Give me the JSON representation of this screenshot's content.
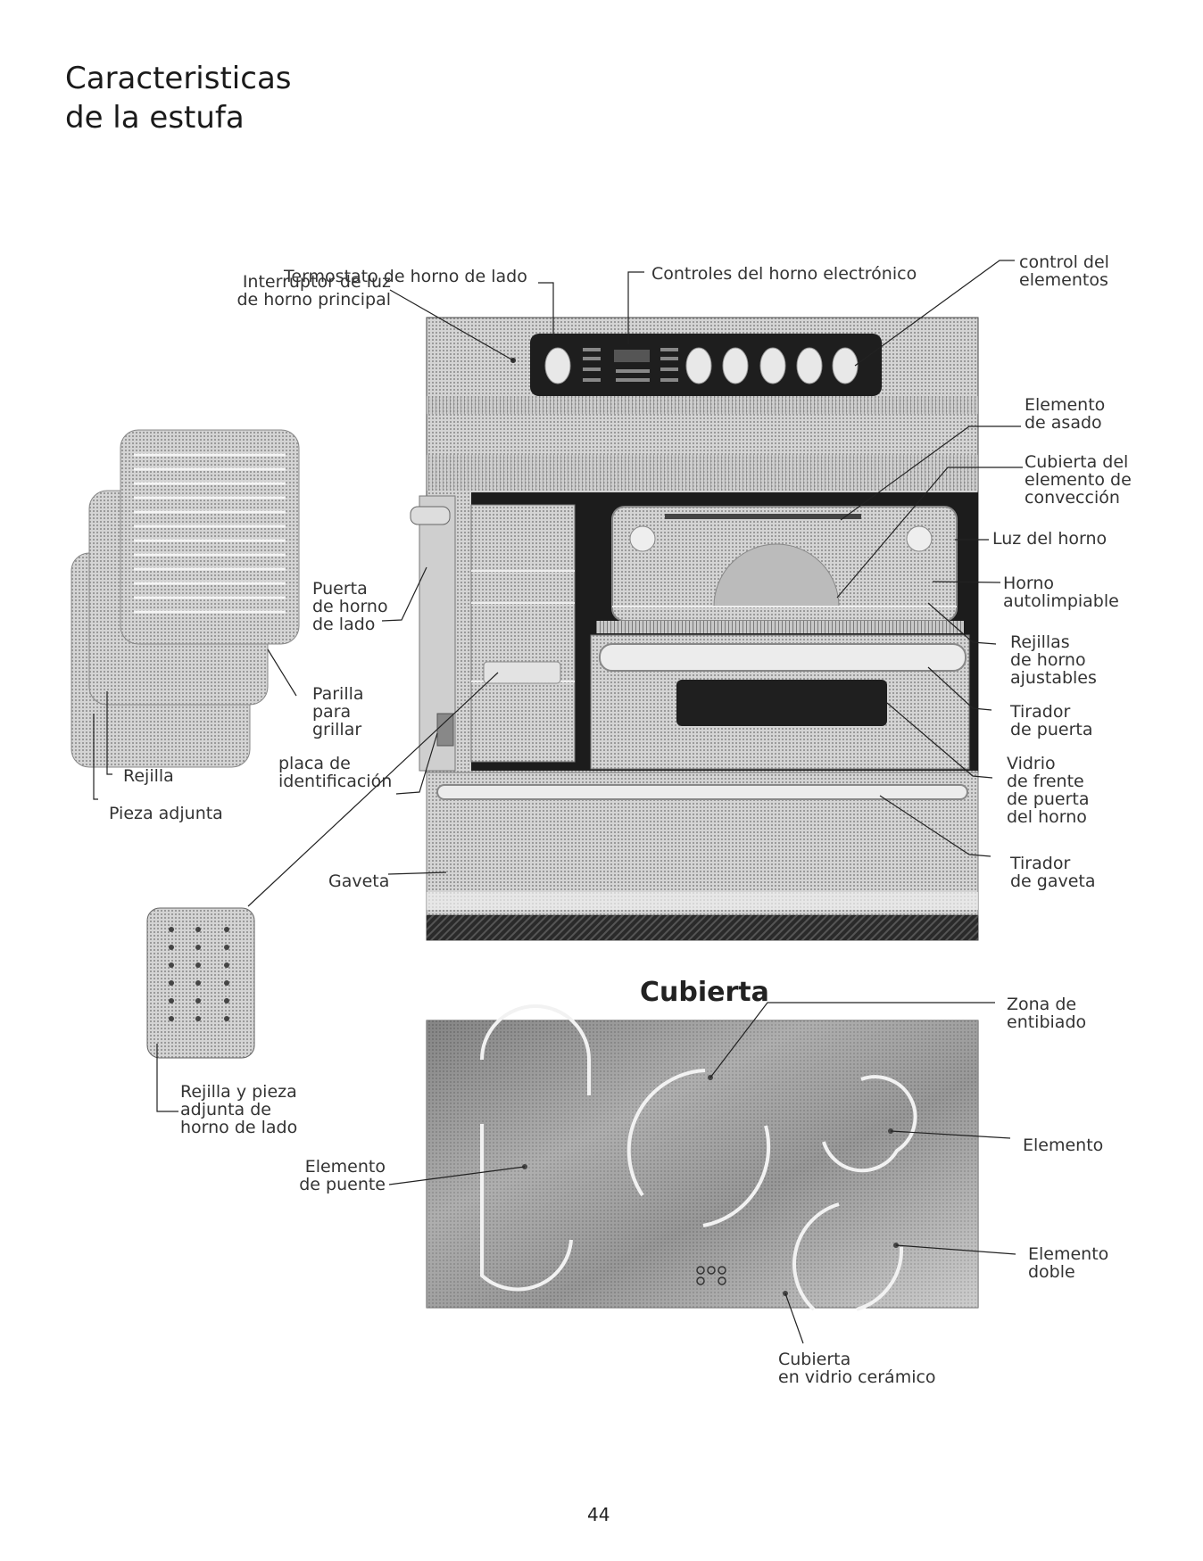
{
  "page": {
    "title_line1": "Caracteristicas",
    "title_line2": "de la estufa",
    "page_number": "44"
  },
  "range_labels": {
    "side_thermostat": "Termostato de horno de lado",
    "electronic_controls": "Controles del horno electrónico",
    "light_switch": "Interruptor de luz\nde horno principal",
    "element_control": "control del\nelementos",
    "broil_element": "Elemento\nde asado",
    "convection_cover": "Cubierta del\nelemento de\nconvección",
    "oven_light": "Luz del horno",
    "self_clean_oven": "Horno\nautolimpiable",
    "adjustable_racks": "Rejillas\nde horno\najustables",
    "door_handle": "Tirador\nde puerta",
    "door_glass": "Vidrio\nde frente\nde puerta\ndel horno",
    "drawer_handle": "Tirador\nde gaveta",
    "side_oven_door": "Puerta\nde horno\nde lado",
    "broiler_pan": "Parilla\npara\ngrillar",
    "id_plate": "placa de\nidentificación",
    "drawer": "Gaveta",
    "grid": "Rejilla",
    "insert": "Pieza adjunta",
    "side_oven_grid_insert": "Rejilla y pieza\nadjunta de\nhorno de lado"
  },
  "cooktop": {
    "heading": "Cubierta",
    "warming_zone": "Zona de\nentibiado",
    "element": "Elemento",
    "bridge_element": "Elemento\nde puente",
    "dual_element": "Elemento\ndoble",
    "glass_ceramic": "Cubierta\nen vidrio cerámico"
  },
  "colors": {
    "panel_dark": "#1e1e1e",
    "body_gray": "#b8b8b8",
    "light_gray": "#d9d9d9",
    "line": "#222222"
  }
}
